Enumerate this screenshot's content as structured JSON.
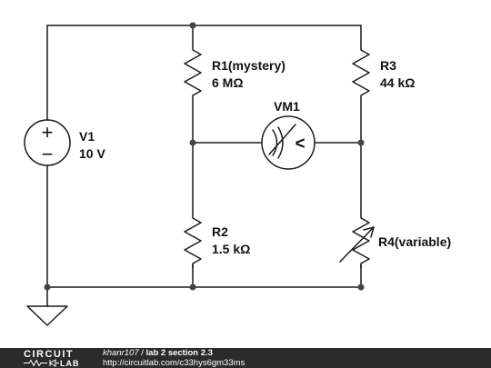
{
  "circuit": {
    "wire_color": "#1a1a1a",
    "dot_color": "#444444",
    "components": {
      "v1": {
        "name": "V1",
        "value": "10 V",
        "plus": "+",
        "minus": "−"
      },
      "r1": {
        "name": "R1(mystery)",
        "value": "6 MΩ"
      },
      "r2": {
        "name": "R2",
        "value": "1.5 kΩ"
      },
      "r3": {
        "name": "R3",
        "value": "44 kΩ"
      },
      "r4": {
        "name": "R4(variable)"
      },
      "vm1": {
        "name": "VM1",
        "symbol": "<"
      }
    }
  },
  "footer": {
    "logo_top": "CIRCUIT",
    "logo_bottom": "LAB",
    "author": "khanr107",
    "separator": " / ",
    "title": "lab 2 section 2.3",
    "url": "http://circuitlab.com/c33hys6gm33ms",
    "background": "#2b2b2b"
  }
}
